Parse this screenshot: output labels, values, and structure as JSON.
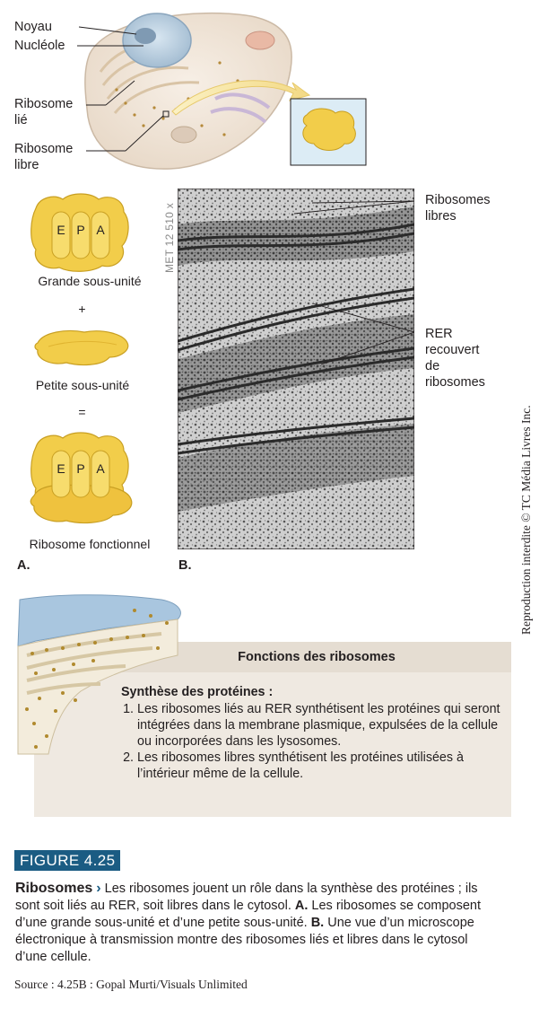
{
  "cell_labels": {
    "noyau": "Noyau",
    "nucleole": "Nucléole",
    "ribosome_lie_line1": "Ribosome",
    "ribosome_lie_line2": "lié",
    "ribosome_libre_line1": "Ribosome",
    "ribosome_libre_line2": "libre"
  },
  "panel_a": {
    "sites": [
      "E",
      "P",
      "A"
    ],
    "large_subunit": "Grande sous-unité",
    "plus": "+",
    "small_subunit": "Petite sous-unité",
    "equals": "=",
    "functional": "Ribosome fonctionnel",
    "letter": "A."
  },
  "panel_b": {
    "magnification": "MET 12 510 x",
    "label_free_line1": "Ribosomes",
    "label_free_line2": "libres",
    "label_rer_line1": "RER",
    "label_rer_line2": "recouvert",
    "label_rer_line3": "de",
    "label_rer_line4": "ribosomes",
    "letter": "B."
  },
  "side_note": "Reproduction interdite © TC Média Livres Inc.",
  "functions_box": {
    "title": "Fonctions des ribosomes",
    "subtitle": "Synthèse des protéines :",
    "items": [
      "Les ribosomes liés au RER synthétisent les protéines qui seront intégrées dans la membrane plasmique, expulsées de la cellule ou incorporées dans les lysosomes.",
      "Les ribosomes libres synthétisent les protéines utilisées à l’intérieur même de la cellule."
    ]
  },
  "figure": {
    "number": "FIGURE 4.25",
    "title": "Ribosomes",
    "chevron": "›",
    "caption_lead": "Les ribosomes jouent un rôle dans la synthèse des protéines ; ils sont soit liés au RER, soit libres dans le cytosol.",
    "caption_a_letter": "A.",
    "caption_a": "Les ribosomes se composent d’une grande sous-unité et d’une petite sous-unité.",
    "caption_b_letter": "B.",
    "caption_b": "Une vue d’un microscope électronique à transmission montre des ribosomes liés et libres dans le cytosol d’une cellule.",
    "source": "Source : 4.25B : Gopal Murti/Visuals Unlimited"
  },
  "colors": {
    "figure_badge": "#1b5c83",
    "box_bg": "#efe9e1",
    "box_header": "#e5ddd2",
    "ribosome_yellow": "#f2cd4a"
  }
}
